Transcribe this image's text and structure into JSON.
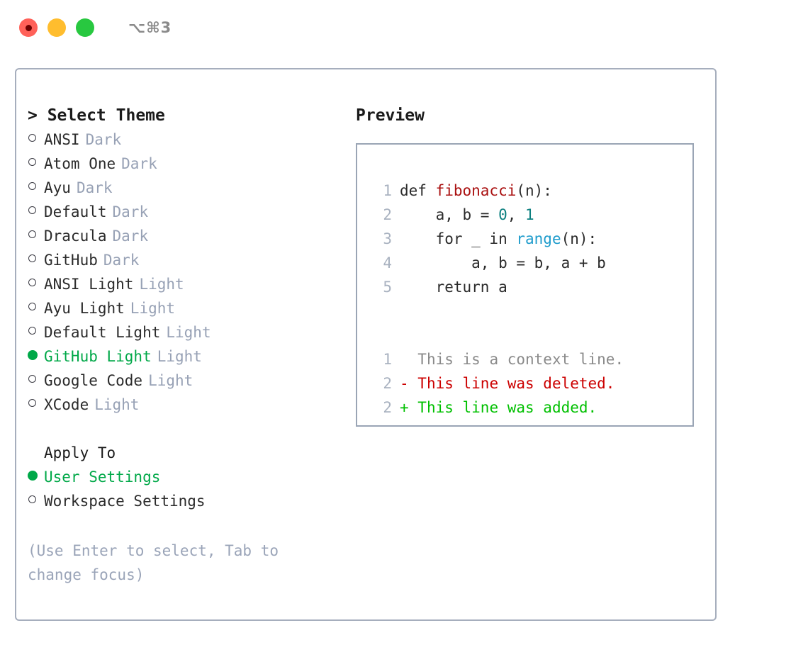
{
  "titlebar": {
    "shortcut": "⌥⌘3",
    "lights": [
      "close-red",
      "minimize-yellow",
      "zoom-green"
    ]
  },
  "theme_picker": {
    "header": "> Select Theme",
    "items": [
      {
        "label": "ANSI",
        "tag": "Dark",
        "selected": false
      },
      {
        "label": "Atom One",
        "tag": "Dark",
        "selected": false
      },
      {
        "label": "Ayu",
        "tag": "Dark",
        "selected": false
      },
      {
        "label": "Default",
        "tag": "Dark",
        "selected": false
      },
      {
        "label": "Dracula",
        "tag": "Dark",
        "selected": false
      },
      {
        "label": "GitHub",
        "tag": "Dark",
        "selected": false
      },
      {
        "label": "ANSI Light",
        "tag": "Light",
        "selected": false
      },
      {
        "label": "Ayu Light",
        "tag": "Light",
        "selected": false
      },
      {
        "label": "Default Light",
        "tag": "Light",
        "selected": false
      },
      {
        "label": "GitHub Light",
        "tag": "Light",
        "selected": true
      },
      {
        "label": "Google Code",
        "tag": "Light",
        "selected": false
      },
      {
        "label": "XCode",
        "tag": "Light",
        "selected": false
      }
    ]
  },
  "apply_to": {
    "header": "Apply To",
    "items": [
      {
        "label": "User Settings",
        "selected": true
      },
      {
        "label": "Workspace Settings",
        "selected": false
      }
    ]
  },
  "hint": "(Use Enter to select, Tab to change focus)",
  "preview": {
    "header": "Preview",
    "code_lines": [
      {
        "number": "1",
        "parts": [
          {
            "text": "def ",
            "token": "plain"
          },
          {
            "text": "fibonacci",
            "token": "function"
          },
          {
            "text": "(n):",
            "token": "plain"
          }
        ]
      },
      {
        "number": "2",
        "parts": [
          {
            "text": "    a, b = ",
            "token": "plain"
          },
          {
            "text": "0",
            "token": "number"
          },
          {
            "text": ", ",
            "token": "plain"
          },
          {
            "text": "1",
            "token": "number"
          }
        ]
      },
      {
        "number": "3",
        "parts": [
          {
            "text": "    for _ in ",
            "token": "plain"
          },
          {
            "text": "range",
            "token": "call"
          },
          {
            "text": "(n):",
            "token": "plain"
          }
        ]
      },
      {
        "number": "4",
        "parts": [
          {
            "text": "        a, b = b, a + b",
            "token": "plain"
          }
        ]
      },
      {
        "number": "5",
        "parts": [
          {
            "text": "    return a",
            "token": "plain"
          }
        ]
      }
    ],
    "diff_lines": [
      {
        "number": "1",
        "marker": " ",
        "text": " This is a context line.",
        "kind": "context"
      },
      {
        "number": "2",
        "marker": "-",
        "text": " This line was deleted.",
        "kind": "deleted"
      },
      {
        "number": "2",
        "marker": "+",
        "text": " This line was added.",
        "kind": "added"
      }
    ]
  },
  "colors": {
    "accent_green": "#00a848",
    "tag_gray": "#97a1b5",
    "hint_gray": "#9aa4b8",
    "panel_border": "#a6aebd",
    "preview_border": "#9aa5b5",
    "function_red": "#aa1111",
    "number_teal": "#0d8080",
    "call_blue": "#1f9ccc",
    "diff_deleted": "#cc0000",
    "diff_added": "#00c000",
    "diff_context": "#8a8a8a",
    "traffic_red": "#ff6159",
    "traffic_yellow": "#ffbd2e",
    "traffic_green": "#28c840"
  }
}
